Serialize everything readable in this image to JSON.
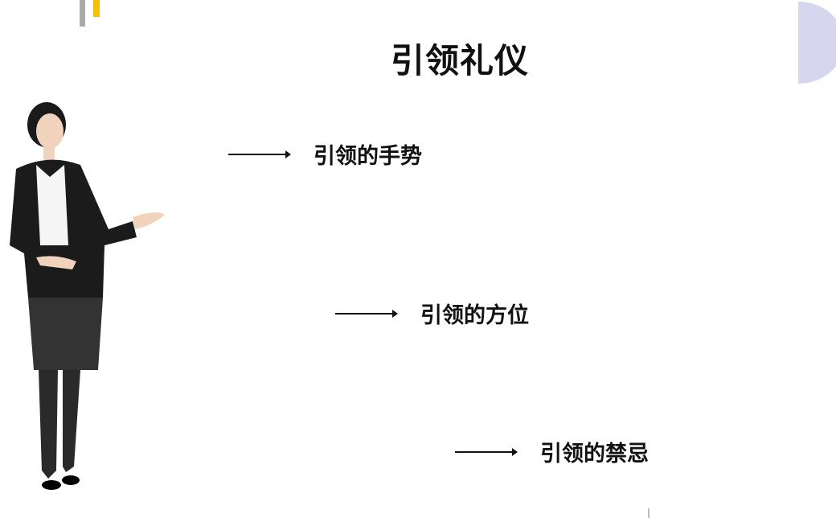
{
  "slide": {
    "title": "引领礼仪",
    "items": [
      {
        "label": "引领的手势"
      },
      {
        "label": "引领的方位"
      },
      {
        "label": "引领的禁忌"
      }
    ]
  },
  "colors": {
    "accent_yellow": "#f5c000",
    "accent_grey": "#aaaaaa",
    "moon": "#d6d6ee"
  }
}
